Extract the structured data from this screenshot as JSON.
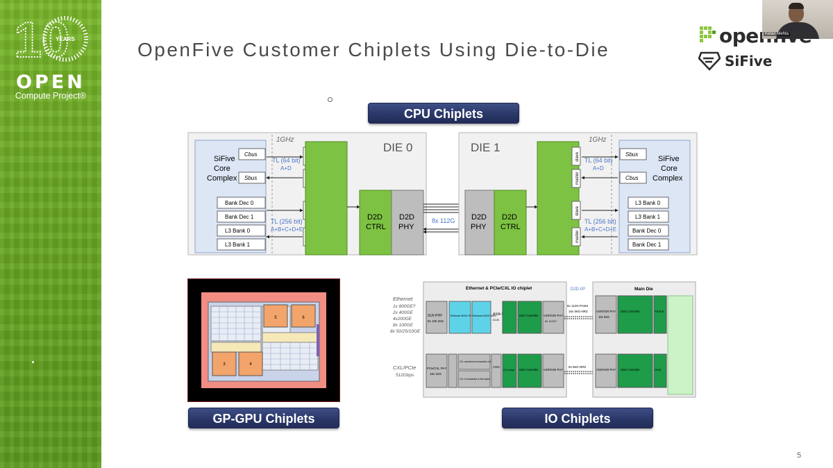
{
  "sidebar": {
    "logo_number": "10",
    "logo_years": "YEARS",
    "brand_word": "OPEN",
    "brand_sub": "Compute Project®"
  },
  "slide": {
    "title": "OpenFive Customer Chiplets Using Die-to-Die",
    "page_number": "5"
  },
  "logos": {
    "openfive": "openfive",
    "sifive": "SiFive"
  },
  "webcam": {
    "name": "Ketan Mehta"
  },
  "sections": {
    "cpu": "CPU Chiplets",
    "gpu": "GP-GPU Chiplets",
    "io": "IO Chiplets"
  },
  "cpu_diagram": {
    "die0_label": "DIE 0",
    "die1_label": "DIE 1",
    "freq": "1GHz",
    "core_complex": [
      "SiFive",
      "Core",
      "Complex"
    ],
    "die0_ports_top": [
      "Cbus",
      "Sbus"
    ],
    "die0_ports_bottom": [
      "Bank Dec 0",
      "Bank Dec 1",
      "L3 Bank 0",
      "L3 Bank 1"
    ],
    "die1_ports_top": [
      "Sbus",
      "Cbus"
    ],
    "die1_ports_bottom": [
      "L3 Bank 0",
      "L3 Bank 1",
      "Bank Dec 0",
      "Bank Dec 1"
    ],
    "tl64": "TL (64 bit)",
    "tl64_sub": "A+D",
    "tl256": "TL (256 bit)",
    "tl256_sub": "A+B+C+D+E",
    "slave": "slave",
    "master": "master",
    "d2d": "D2D",
    "ctrl": "CTRL",
    "phy": "PHY",
    "link": "8x 112G"
  },
  "io_diagram": {
    "chiplet_title": "Ethernet & PCIe/CXL IO chiplet",
    "main_die": "Main Die",
    "d2d_ip": "D2D I/P",
    "ethernet_list": [
      "Ethernet",
      "1x 800GE?",
      "2x 400GE",
      "4x200GE",
      "8x 100GE",
      "8x 50/25/10GE"
    ],
    "cxl_list": [
      "CXL/PCIe",
      "512Gbps"
    ],
    "xlr_phy": "XLR PHY",
    "xlr_sub": "8x 106.25G",
    "eth_pcs": "Ethernet 800G PCS/FEC",
    "eth_mac": "Ethernet 800G MAC",
    "axi_s": "AXI4-S",
    "axi": "AXI4",
    "d2d_ctrl": "D2D Controller",
    "vsr_phy": "VSR/XSR PHY",
    "vsr_sub1": "8x 112G?",
    "vsr_sub2": "16x 56G",
    "link_top": "8x 112G-PAM4",
    "link_top2": "16x 56G-NRZ",
    "link_bottom": "8x 56G-NRZ",
    "pcie_phy": "PCIe/CXL PHY",
    "pcie_sub": "16x 32G",
    "cxl_cache": "CXL cache/mem transaction & link layers",
    "cxl_io": "CXL io transaction & link layers",
    "axi_bridge": "AXI bridge",
    "bridge_sub": "512b"
  }
}
